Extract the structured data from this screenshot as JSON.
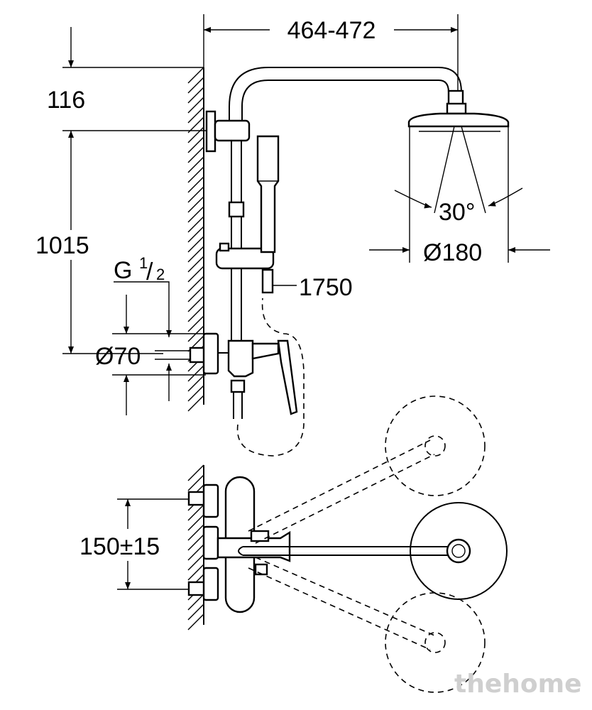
{
  "dimensions": {
    "arm_length": "464-472",
    "top_offset": "116",
    "rail_height": "1015",
    "thread": "G",
    "thread_num": "1",
    "thread_den": "2",
    "flange_dia": "Ø70",
    "hose_length": "1750",
    "spray_angle": "30°",
    "head_dia": "Ø180",
    "centres": "150±15"
  },
  "watermark": "thehome"
}
